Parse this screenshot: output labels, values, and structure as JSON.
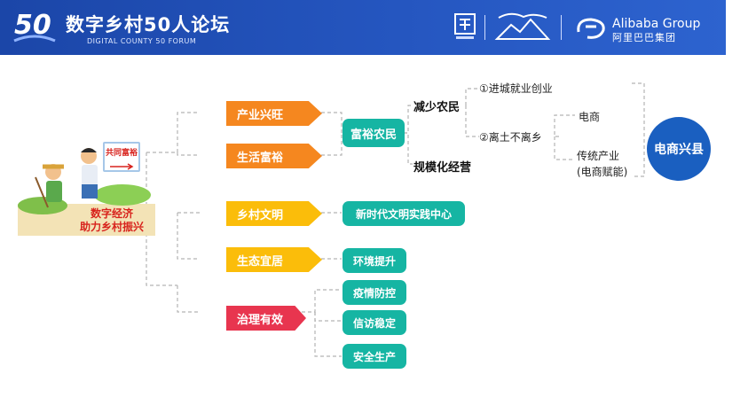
{
  "header": {
    "logo_number": "50",
    "title": "数字乡村50人论坛",
    "subtitle": "DIGITAL COUNTY 50 FORUM",
    "alibaba_group": "Alibaba Group",
    "alibaba_cn": "阿里巴巴集团"
  },
  "illustration": {
    "sign_text": "共同富裕",
    "banner_line1": "数字经济",
    "banner_line2": "助力乡村振兴"
  },
  "goals": [
    {
      "label": "产业兴旺"
    },
    {
      "label": "生活富裕"
    },
    {
      "label": "乡村文明"
    },
    {
      "label": "生态宜居"
    },
    {
      "label": "治理有效"
    }
  ],
  "outcomes": {
    "prosperous_farmers": "富裕农民",
    "civilization_center": "新时代文明实践中心",
    "environment": "环境提升",
    "epidemic": "疫情防控",
    "petition": "信访稳定",
    "safety": "安全生产"
  },
  "paths": {
    "reduce_farmers": "减少农民",
    "scale_operation": "规模化经营",
    "option1": "①进城就业创业",
    "option2": "②离土不离乡",
    "ecommerce": "电商",
    "traditional": "传统产业",
    "traditional_note": "(电商赋能)",
    "result": "电商兴县"
  }
}
